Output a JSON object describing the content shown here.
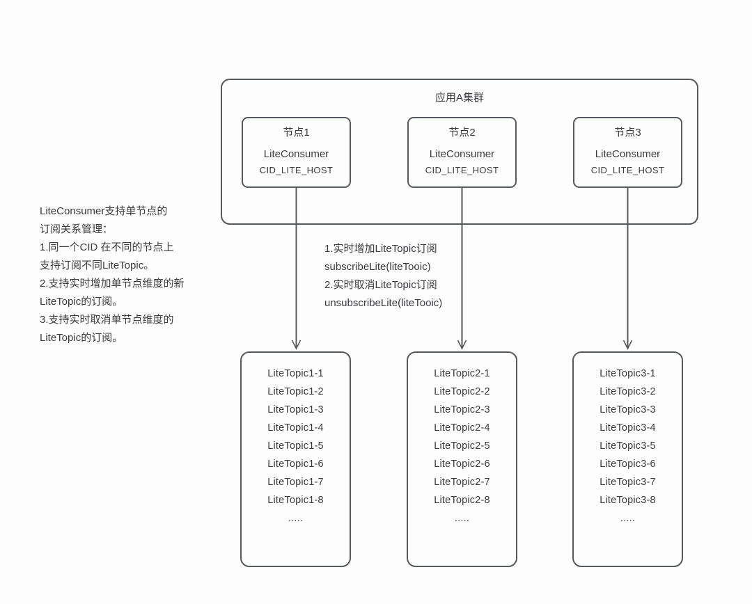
{
  "page": {
    "bg_color": "#fdfdfd",
    "line_color": "#55585c",
    "text_color": "#3a3b3e"
  },
  "cluster": {
    "title": "应用A集群"
  },
  "nodes": [
    {
      "title": "节点1",
      "component": "LiteConsumer",
      "cid": "CID_LITE_HOST"
    },
    {
      "title": "节点2",
      "component": "LiteConsumer",
      "cid": "CID_LITE_HOST"
    },
    {
      "title": "节点3",
      "component": "LiteConsumer",
      "cid": "CID_LITE_HOST"
    }
  ],
  "left_note": {
    "lines": [
      "LiteConsumer支持单节点的",
      "订阅关系管理：",
      "1.同一个CID 在不同的节点上",
      "支持订阅不同LiteTopic。",
      "2.支持实时增加单节点维度的新",
      "LiteTopic的订阅。",
      "3.支持实时取消单节点维度的",
      "LiteTopic的订阅。"
    ]
  },
  "middle_note": {
    "lines": [
      "1.实时增加LiteTopic订阅",
      "subscribeLite(liteTooic)",
      "2.实时取消LiteTopic订阅",
      "unsubscribeLite(liteTooic)"
    ]
  },
  "topic_boxes": [
    {
      "items": [
        "LiteTopic1-1",
        "LiteTopic1-2",
        "LiteTopic1-3",
        "LiteTopic1-4",
        "LiteTopic1-5",
        "LiteTopic1-6",
        "LiteTopic1-7",
        "LiteTopic1-8",
        "....."
      ]
    },
    {
      "items": [
        "LiteTopic2-1",
        "LiteTopic2-2",
        "LiteTopic2-3",
        "LiteTopic2-4",
        "LiteTopic2-5",
        "LiteTopic2-6",
        "LiteTopic2-7",
        "LiteTopic2-8",
        "....."
      ]
    },
    {
      "items": [
        "LiteTopic3-1",
        "LiteTopic3-2",
        "LiteTopic3-3",
        "LiteTopic3-4",
        "LiteTopic3-5",
        "LiteTopic3-6",
        "LiteTopic3-7",
        "LiteTopic3-8",
        "....."
      ]
    }
  ]
}
